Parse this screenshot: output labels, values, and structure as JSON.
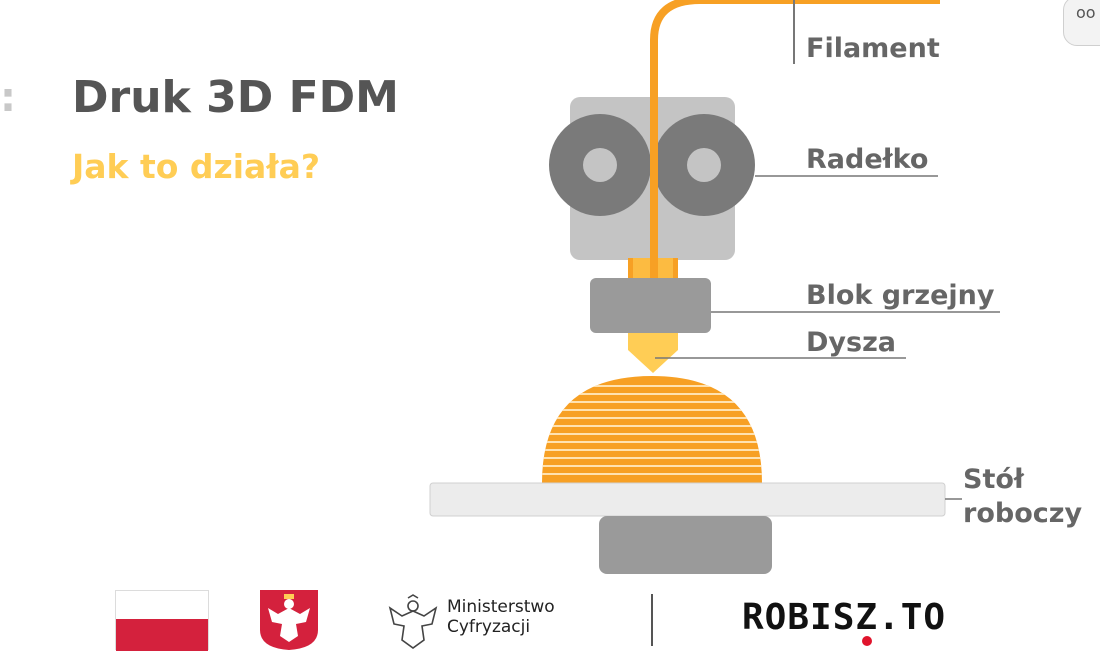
{
  "header": {
    "colon": ":",
    "title": "Druk 3D FDM",
    "subtitle": "Jak to działa?"
  },
  "diagram": {
    "labels": {
      "filament": "Filament",
      "radelko": "Radełko",
      "blok_grzejny": "Blok grzejny",
      "dysza": "Dysza",
      "stol_roboczy": "Stół roboczy"
    }
  },
  "footer": {
    "ministry_name": "Ministerstwo\nCyfryzacji",
    "brand": "ROBISZ.TO"
  },
  "corner": {
    "glyph": "oo"
  },
  "colors": {
    "title": "#555555",
    "subtitle": "#ffcd55",
    "filament": "#f7a024",
    "printed_object": "#f7a024",
    "head_body": "#c4c4c4",
    "gear": "#7a7a7a",
    "block": "#9a9a9a",
    "table": "#ececec",
    "label": "#666666",
    "flag_red": "#d4213d",
    "brand_dot": "#e0142c"
  },
  "icons": {
    "flag": "polish-flag-icon",
    "emblem": "polish-eagle-emblem-icon",
    "ministry": "ministry-eagle-icon"
  }
}
